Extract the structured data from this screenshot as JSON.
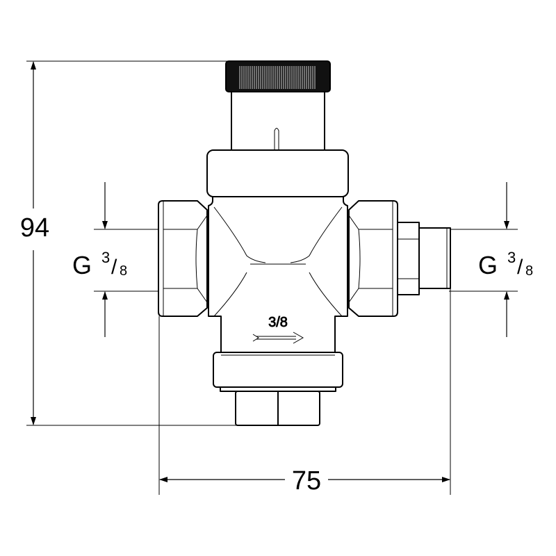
{
  "drawing": {
    "height_dimension": "94",
    "width_dimension": "75",
    "left_connection": {
      "prefix": "G",
      "numerator": "3",
      "denominator": "8"
    },
    "right_connection": {
      "prefix": "G",
      "numerator": "3",
      "denominator": "8"
    },
    "body_marking": "3/8",
    "line_color": "#000000",
    "background_color": "#ffffff"
  }
}
